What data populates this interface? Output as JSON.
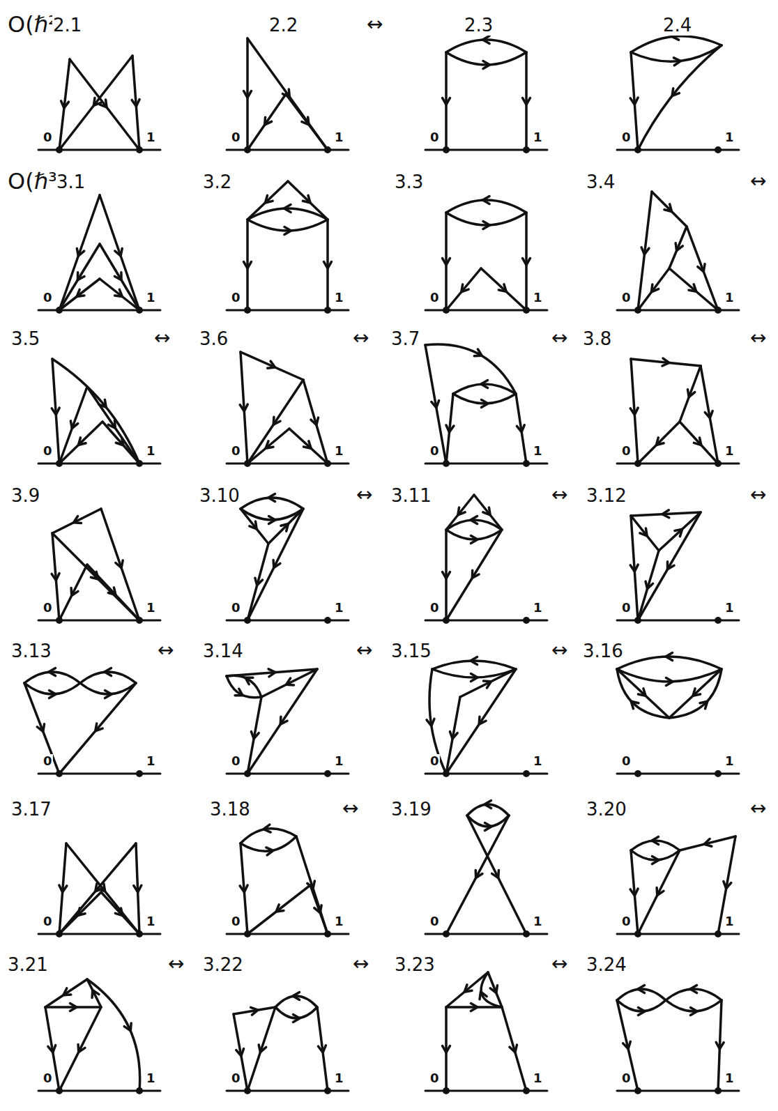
{
  "diagram": {
    "labels": [
      "O(ℏ²)",
      "2.1",
      "0",
      "1",
      "2.2",
      "↔",
      "0",
      "1",
      "2.3",
      "0",
      "1",
      "2.4",
      "0",
      "1",
      "O(ℏ³)",
      "3.1",
      "0",
      "1",
      "3.2",
      "0",
      "1",
      "3.3",
      "0",
      "1",
      "3.4",
      "↔",
      "0",
      "1",
      "3.5",
      "↔",
      "0",
      "1",
      "3.6",
      "↔",
      "0",
      "1",
      "3.7",
      "↔",
      "0",
      "1",
      "3.8",
      "↔",
      "0",
      "1",
      "3.9",
      "0",
      "1",
      "3.10",
      "↔",
      "0",
      "1",
      "3.11",
      "↔",
      "0",
      "1",
      "3.12",
      "↔",
      "0",
      "1",
      "3.13",
      "↔",
      "0",
      "1",
      "3.14",
      "↔",
      "0",
      "1",
      "3.15",
      "↔",
      "0",
      "1",
      "3.16",
      "0",
      "1",
      "3.17",
      "0",
      "1",
      "3.18",
      "↔",
      "0",
      "1",
      "3.19",
      "0",
      "1",
      "3.20",
      "↔",
      "0",
      "1",
      "3.21",
      "↔",
      "0",
      "1",
      "3.22",
      "↔",
      "0",
      "1",
      "3.23",
      "↔",
      "0",
      "1",
      "3.24",
      "0",
      "1"
    ]
  }
}
